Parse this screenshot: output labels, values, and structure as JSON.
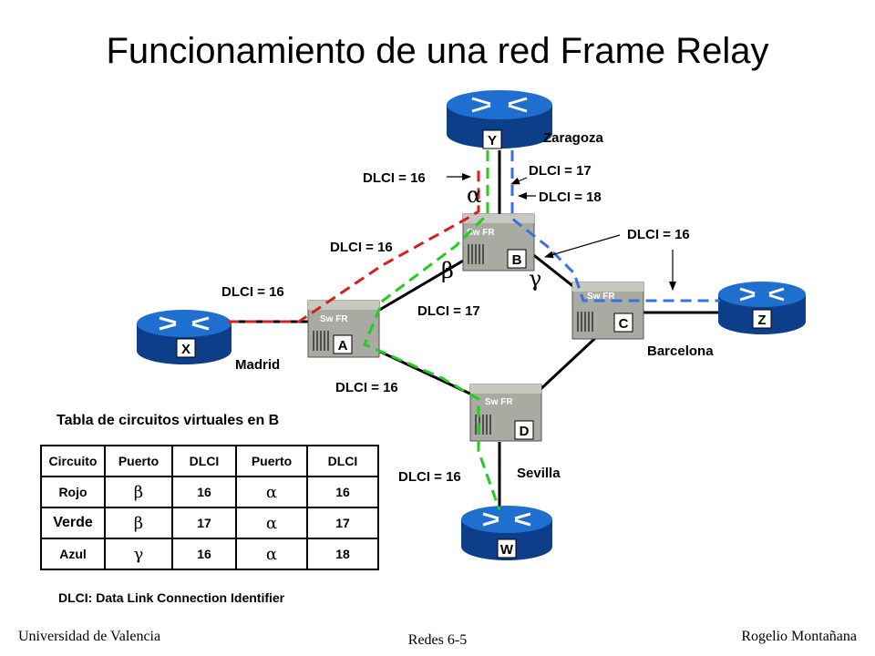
{
  "title": "Funcionamiento de una red Frame Relay",
  "routers": {
    "X": {
      "label": "X"
    },
    "Y": {
      "label": "Y"
    },
    "Z": {
      "label": "Z"
    },
    "W": {
      "label": "W"
    }
  },
  "switches": {
    "tag": "Sw FR",
    "A": {
      "label": "A"
    },
    "B": {
      "label": "B"
    },
    "C": {
      "label": "C"
    },
    "D": {
      "label": "D"
    }
  },
  "cities": {
    "zaragoza": "Zaragoza",
    "madrid": "Madrid",
    "barcelona": "Barcelona",
    "sevilla": "Sevilla"
  },
  "dlci_labels": {
    "y_red": "DLCI = 16",
    "y_green": "DLCI = 17",
    "y_blue": "DLCI = 18",
    "b_red": "DLCI = 16",
    "a_x": "DLCI = 16",
    "a_green": "DLCI = 17",
    "z_blue": "DLCI = 16",
    "a_d": "DLCI = 16",
    "d_w": "DLCI = 16"
  },
  "ports": {
    "alpha": "α",
    "beta": "β",
    "gamma": "γ"
  },
  "table": {
    "title": "Tabla de circuitos virtuales en B",
    "headers": [
      "Circuito",
      "Puerto",
      "DLCI",
      "Puerto",
      "DLCI"
    ],
    "rows": [
      [
        "Rojo",
        "β",
        "16",
        "α",
        "16"
      ],
      [
        "Verde",
        "β",
        "17",
        "α",
        "17"
      ],
      [
        "Azul",
        "γ",
        "16",
        "α",
        "18"
      ]
    ]
  },
  "definition": "DLCI: Data Link Connection Identifier",
  "footer": {
    "left": "Universidad de Valencia",
    "center": "Redes 6-5",
    "right": "Rogelio Montañana"
  },
  "colors": {
    "router": "#1f6fd1",
    "router_dark": "#0d3e8a",
    "red_circuit": "#d42020",
    "green_circuit": "#22cc22",
    "blue_circuit": "#3a6fe0",
    "switch": "#a9aaa2"
  }
}
